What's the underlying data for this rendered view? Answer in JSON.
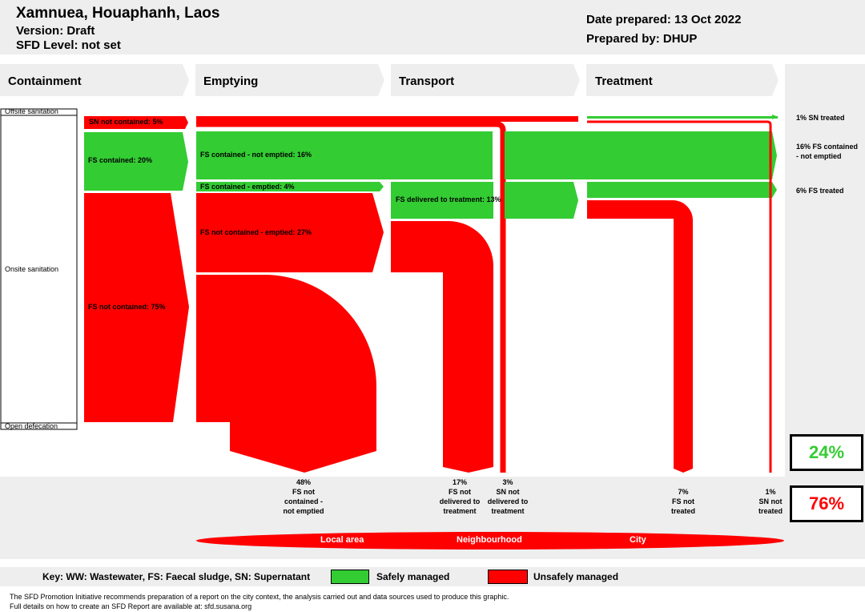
{
  "header": {
    "title": "Xamnuea, Houaphanh, Laos",
    "version": "Version: Draft",
    "sfd_level": "SFD Level: not set",
    "date_prepared": "Date prepared: 13 Oct 2022",
    "prepared_by": "Prepared by: DHUP"
  },
  "stages": [
    "Containment",
    "Emptying",
    "Transport",
    "Treatment"
  ],
  "side_labels": {
    "offsite": "Offsite sanitation",
    "onsite": "Onsite sanitation",
    "open_defecation": "Open defecation"
  },
  "flows": {
    "sn_not_contained": "SN not contained: 5%",
    "fs_contained": "FS contained: 20%",
    "fs_not_contained": "FS not contained: 75%",
    "fs_contained_not_emptied": "FS contained - not emptied: 16%",
    "fs_contained_emptied": "FS contained - emptied: 4%",
    "fs_not_contained_emptied": "FS not contained - emptied: 27%",
    "fs_delivered_to_treatment": "FS delivered to treatment: 13%"
  },
  "outcomes_right": {
    "sn_treated": "1% SN treated",
    "fs_contained_not_emptied": "16% FS contained - not emptied",
    "fs_treated": "6% FS treated"
  },
  "outcomes_bottom": [
    {
      "pct": "48%",
      "text": "FS not contained - not emptied"
    },
    {
      "pct": "17%",
      "text": "FS not delivered to treatment"
    },
    {
      "pct": "3%",
      "text": "SN not delivered to treatment"
    },
    {
      "pct": "7%",
      "text": "FS not treated"
    },
    {
      "pct": "1%",
      "text": "SN not treated"
    }
  ],
  "summary": {
    "safe_pct": "24%",
    "unsafe_pct": "76%"
  },
  "zones": [
    "Local area",
    "Neighbourhood",
    "City"
  ],
  "key": {
    "text": "Key: WW: Wastewater, FS: Faecal sludge, SN: Supernatant",
    "safe": "Safely managed",
    "unsafe": "Unsafely managed"
  },
  "footer": {
    "line1": "The SFD Promotion Initiative recommends preparation of a report on the city context, the analysis carried out and data sources used to produce this graphic.",
    "line2": "Full details on how to create an SFD Report are available at: sfd.susana.org"
  },
  "colors": {
    "safe": "#33cc33",
    "unsafe": "#ff0000",
    "band": "#eeeeee"
  }
}
